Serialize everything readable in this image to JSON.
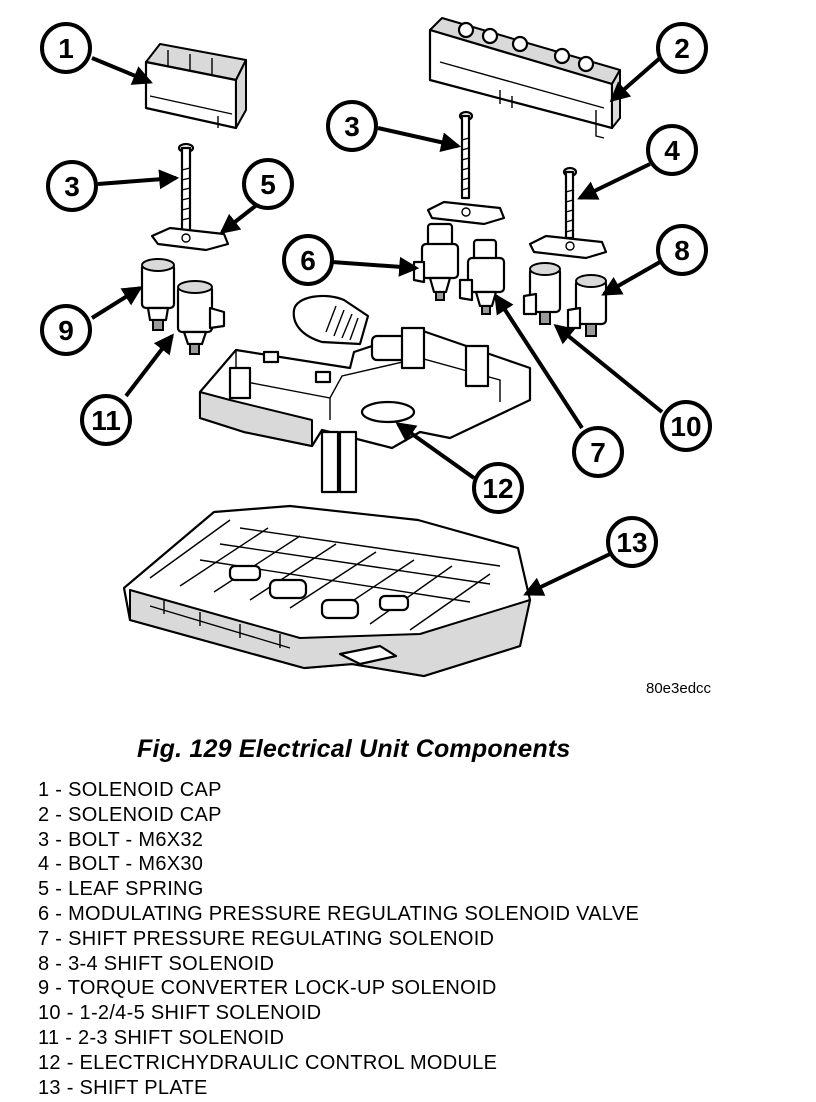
{
  "figure": {
    "image_code": "80e3edcc",
    "caption": "Fig. 129 Electrical Unit Components"
  },
  "callouts": [
    "1",
    "2",
    "3",
    "3",
    "4",
    "5",
    "6",
    "7",
    "8",
    "9",
    "10",
    "11",
    "12",
    "13"
  ],
  "legend": [
    "1 - SOLENOID CAP",
    "2 - SOLENOID CAP",
    "3 - BOLT - M6X32",
    "4 - BOLT - M6X30",
    "5 - LEAF SPRING",
    "6 - MODULATING PRESSURE REGULATING SOLENOID VALVE",
    "7 - SHIFT PRESSURE REGULATING SOLENOID",
    "8 - 3-4 SHIFT SOLENOID",
    "9 - TORQUE CONVERTER LOCK-UP SOLENOID",
    "10 - 1-2/4-5 SHIFT SOLENOID",
    "11 - 2-3 SHIFT SOLENOID",
    "12 - ELECTRICHYDRAULIC CONTROL MODULE",
    "13 - SHIFT PLATE"
  ]
}
